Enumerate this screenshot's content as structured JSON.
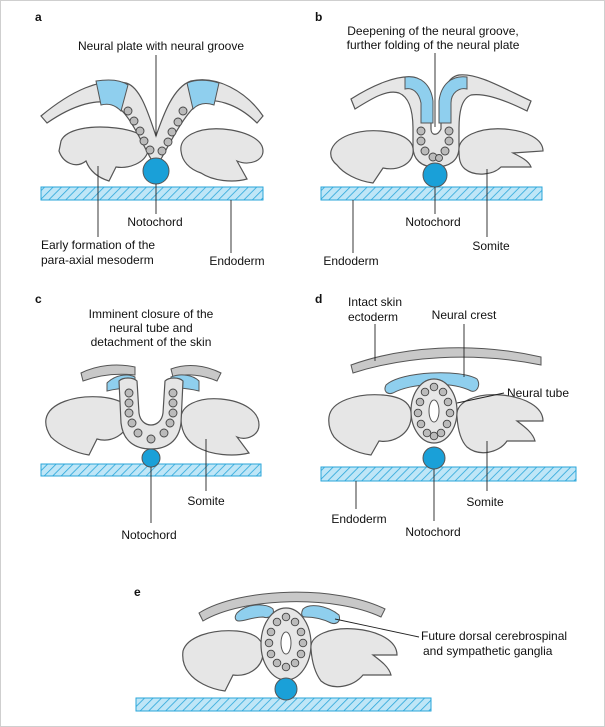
{
  "colors": {
    "blue": "#8fcfee",
    "blue_dark": "#1aa0d8",
    "grey_fill": "#e6e6e6",
    "stroke": "#555555",
    "ectoderm": "#c8c8c8"
  },
  "panels": {
    "a": {
      "letter": "a",
      "neural_plate": "Neural plate with neural groove",
      "notochord": "Notochord",
      "mesoderm_line1": "Early formation of the",
      "mesoderm_line2": "para-axial mesoderm",
      "endoderm": "Endoderm"
    },
    "b": {
      "letter": "b",
      "deepening_line1": "Deepening of the neural groove,",
      "deepening_line2": "further folding of the neural plate",
      "notochord": "Notochord",
      "somite": "Somite",
      "endoderm": "Endoderm"
    },
    "c": {
      "letter": "c",
      "closure_line1": "Imminent closure of the",
      "closure_line2": "neural tube and",
      "closure_line3": "detachment of the skin",
      "somite": "Somite",
      "notochord": "Notochord"
    },
    "d": {
      "letter": "d",
      "skin_line1": "Intact skin",
      "skin_line2": "ectoderm",
      "neural_crest": "Neural crest",
      "neural_tube": "Neural tube",
      "endoderm": "Endoderm",
      "somite": "Somite",
      "notochord": "Notochord"
    },
    "e": {
      "letter": "e",
      "ganglia_line1": "Future dorsal cerebrospinal",
      "ganglia_line2": "and sympathetic ganglia"
    }
  }
}
